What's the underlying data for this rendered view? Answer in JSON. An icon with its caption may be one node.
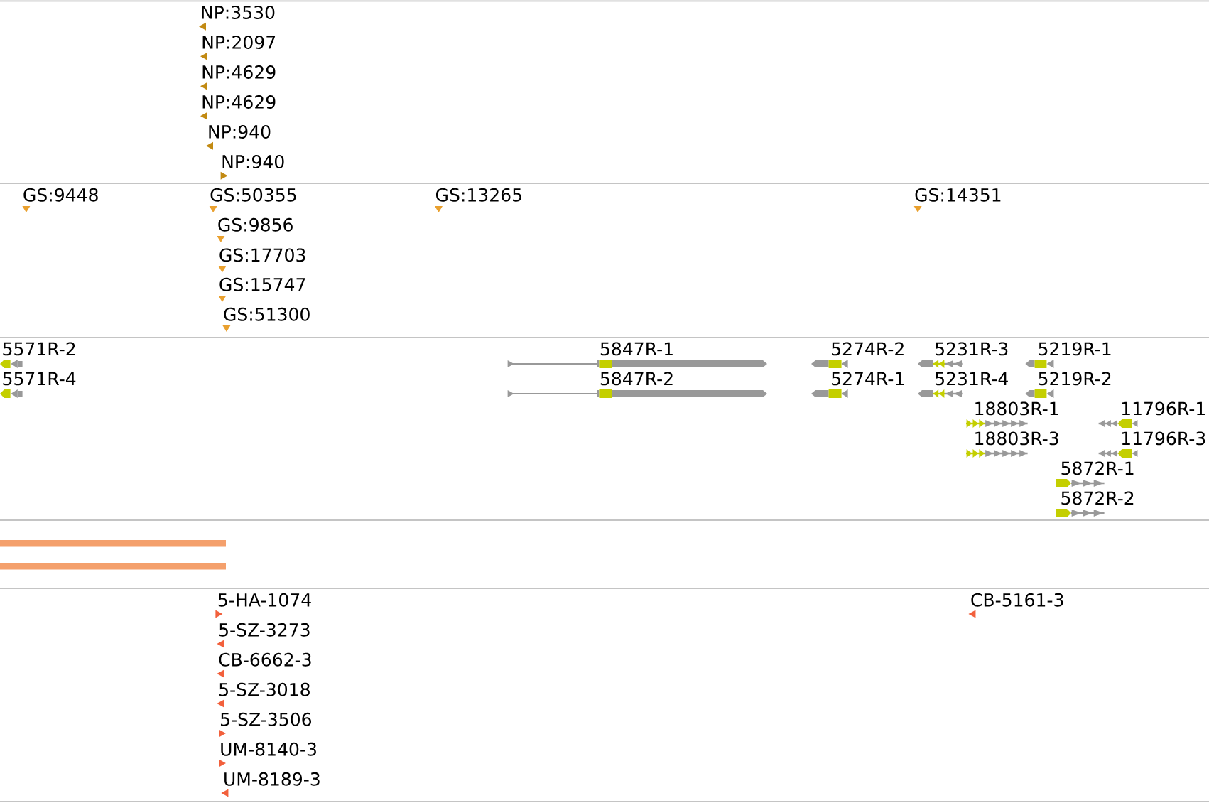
{
  "diagram": {
    "labels": [
      "NP:3530",
      "NP:2097",
      "NP:4629",
      "NP:4629",
      "NP:940",
      "NP:940",
      "GS:9448",
      "GS:50355",
      "GS:13265",
      "GS:14351",
      "GS:9856",
      "GS:17703",
      "GS:15747",
      "GS:51300",
      "5571R-2",
      "5847R-1",
      "5274R-2",
      "5231R-3",
      "5219R-1",
      "5571R-4",
      "5847R-2",
      "5274R-1",
      "5231R-4",
      "5219R-2",
      "18803R-1",
      "11796R-1",
      "18803R-3",
      "11796R-3",
      "5872R-1",
      "5872R-2",
      "5-HA-1074",
      "CB-5161-3",
      "5-SZ-3273",
      "CB-6662-3",
      "5-SZ-3018",
      "5-SZ-3506",
      "UM-8140-3",
      "UM-8189-3"
    ]
  }
}
